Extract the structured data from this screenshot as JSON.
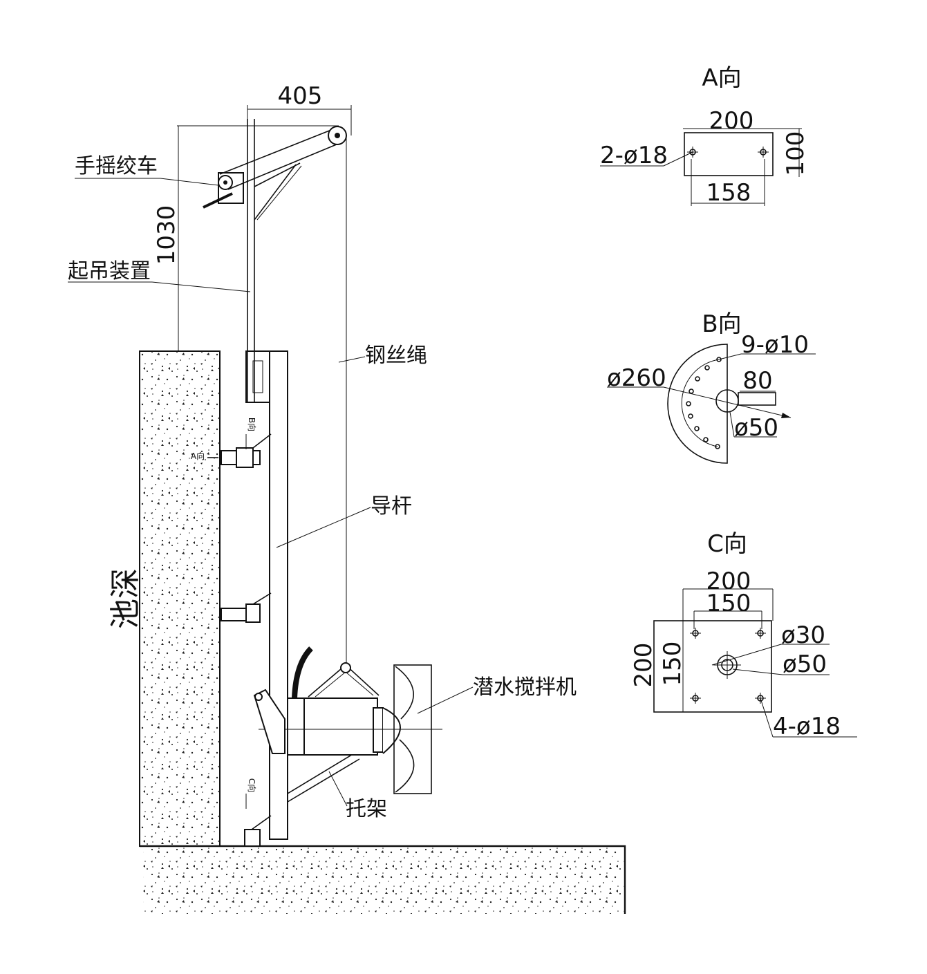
{
  "labels": {
    "winch": "手摇绞车",
    "lifting_device": "起吊装置",
    "wire_rope": "钢丝绳",
    "guide_rod": "导杆",
    "mixer": "潜水搅拌机",
    "bracket": "托架",
    "pool_depth": "池深",
    "mark_a": "A向",
    "mark_b": "B向",
    "mark_c": "C向"
  },
  "dims": {
    "top_width": "405",
    "height": "1030"
  },
  "view_a": {
    "title": "A向",
    "width": "200",
    "height": "100",
    "spacing": "158",
    "holes": "2-ø18"
  },
  "view_b": {
    "title": "B向",
    "holes": "9-ø10",
    "diameter": "ø260",
    "arm": "80",
    "bore": "ø50"
  },
  "view_c": {
    "title": "C向",
    "width": "200",
    "inner_width": "150",
    "height": "200",
    "inner_height": "150",
    "hole1": "ø30",
    "hole2": "ø50",
    "holes": "4-ø18"
  }
}
